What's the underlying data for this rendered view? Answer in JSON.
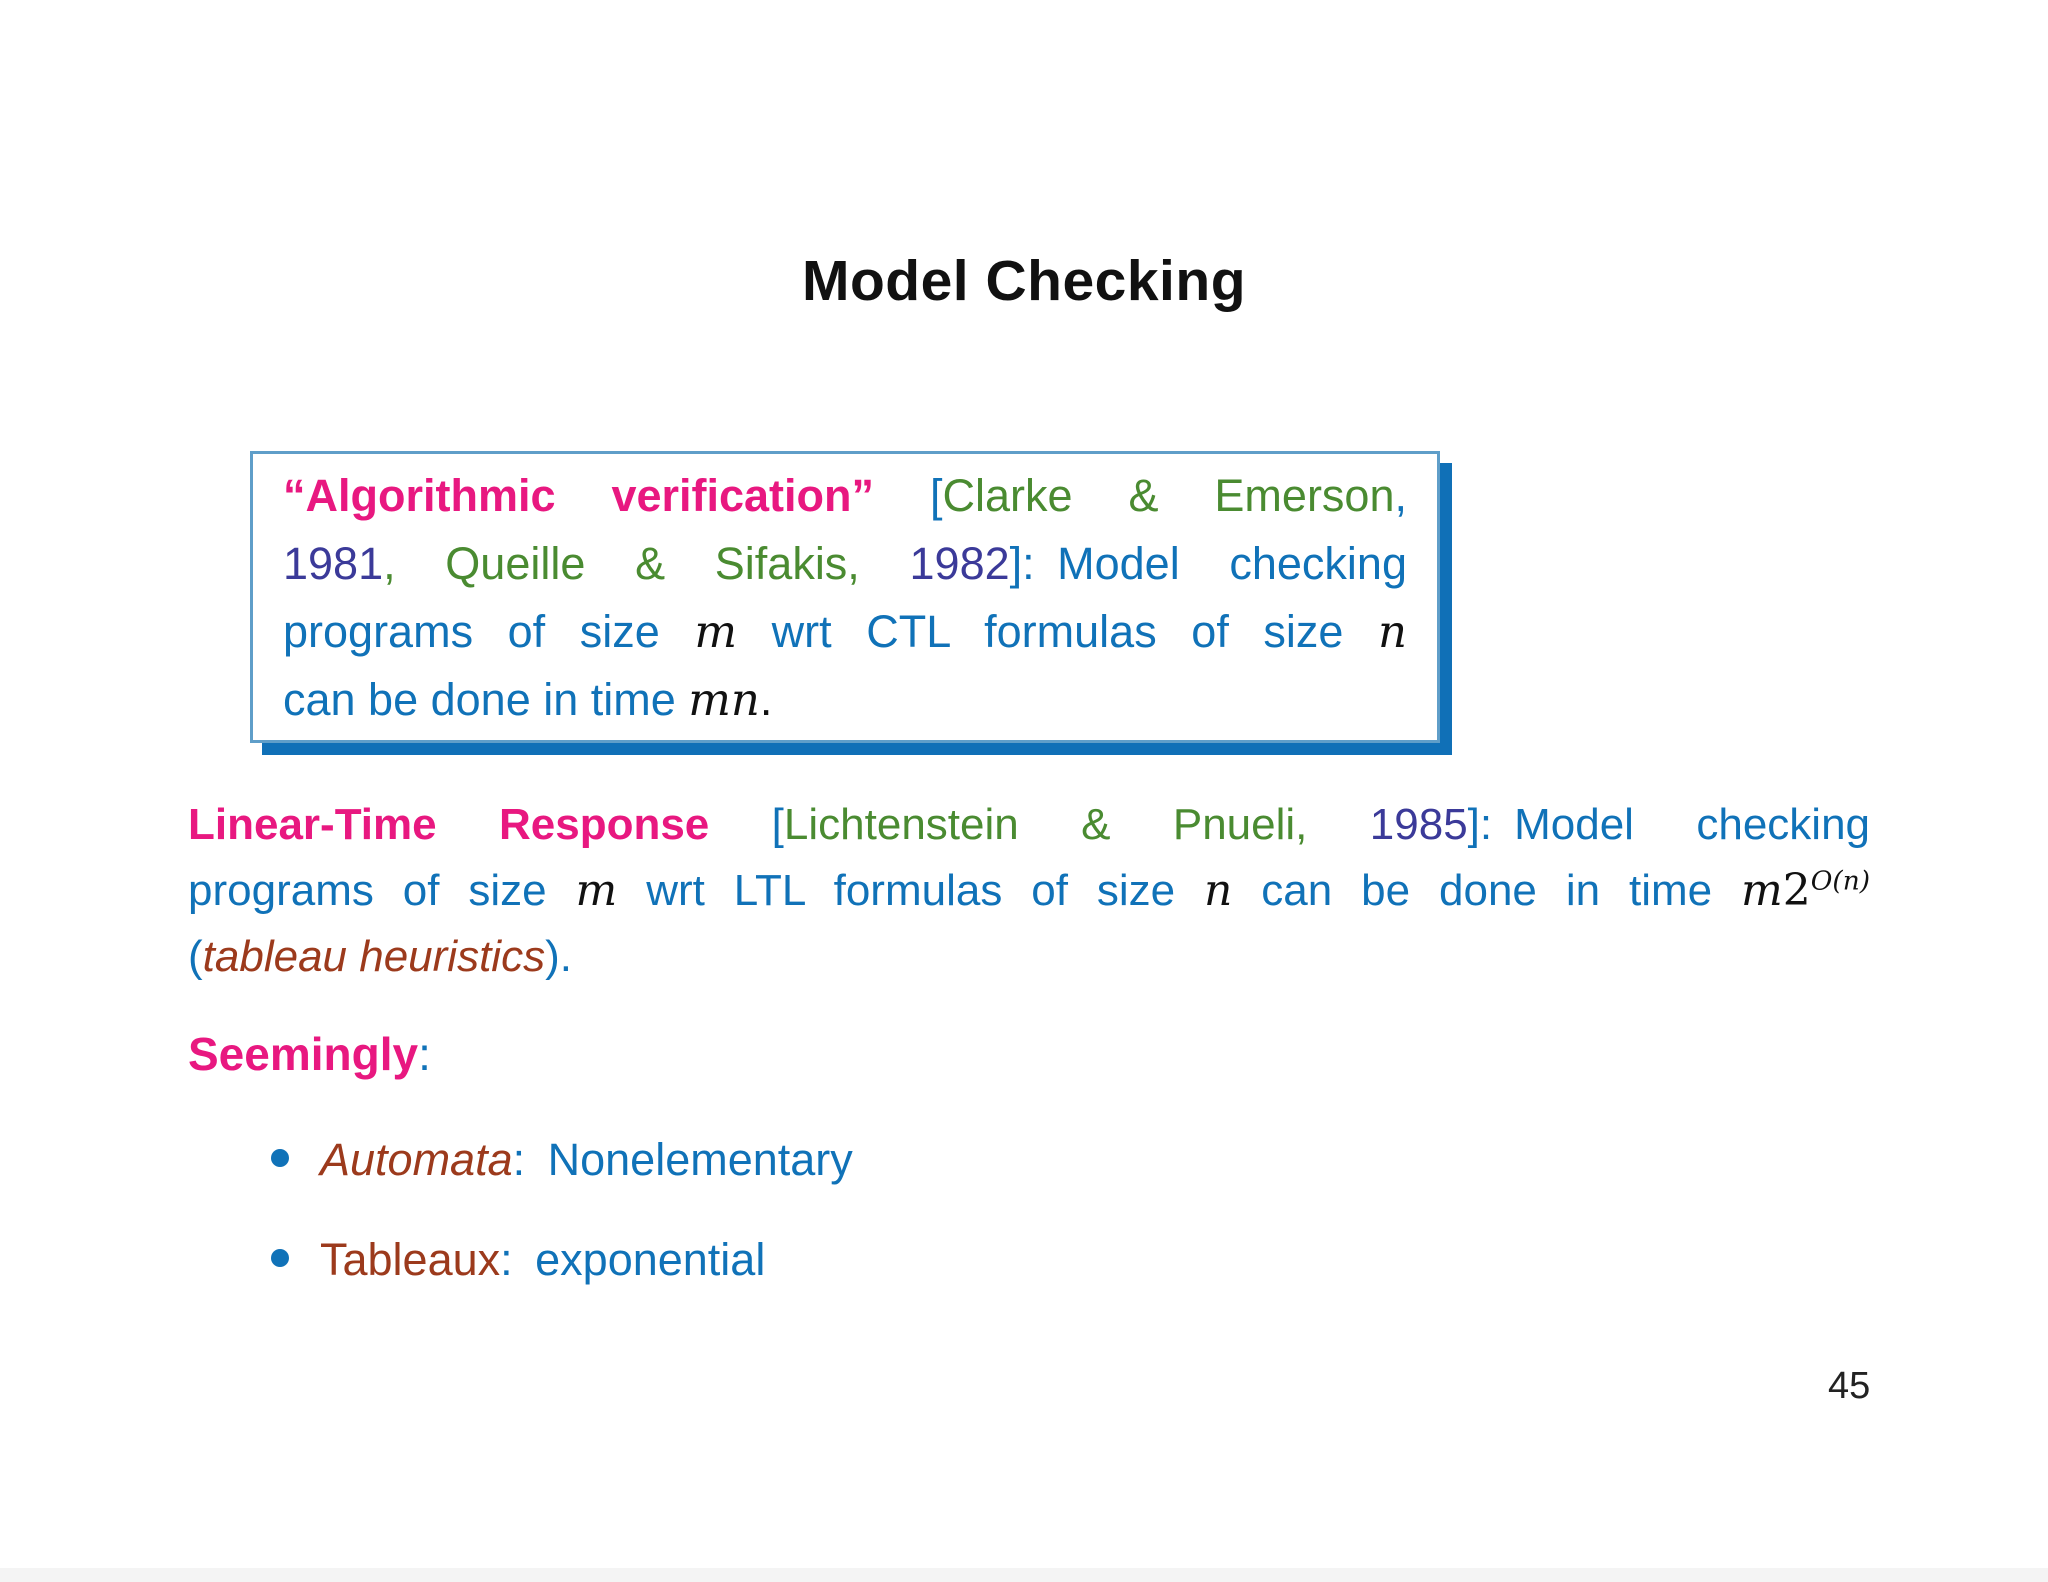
{
  "slide": {
    "title": "Model Checking",
    "page_number": "45"
  },
  "colors": {
    "magenta": "#e81880",
    "green": "#4a8b31",
    "purple": "#3b3a99",
    "blue": "#1072b8",
    "dark_red": "#9c3a1c",
    "box_border": "#5f9ec9",
    "box_shadow": "#1070b7"
  },
  "theorem_box": {
    "lines": [
      [
        {
          "t": "“Algorithmic verification” ",
          "c": "mag"
        },
        {
          "t": "[",
          "c": "blu"
        },
        {
          "t": "Clarke & Emerson",
          "c": "grn"
        },
        {
          "t": ",",
          "c": "blu"
        }
      ],
      [
        {
          "t": "1981",
          "c": "pur"
        },
        {
          "t": ", Queille & Sifakis, ",
          "c": "grn"
        },
        {
          "t": "1982",
          "c": "pur"
        },
        {
          "t": "]: Model checking",
          "c": "blu"
        }
      ],
      [
        {
          "t": "programs of size ",
          "c": "blu"
        },
        {
          "t": "m",
          "c": "m"
        },
        {
          "t": " wrt CTL formulas of size ",
          "c": "blu"
        },
        {
          "t": "n",
          "c": "m"
        }
      ],
      [
        {
          "t": "can be done in time ",
          "c": "blu"
        },
        {
          "t": "mn",
          "c": "m"
        },
        {
          "t": ".",
          "c": "blk"
        }
      ]
    ]
  },
  "linear_time_paragraph": {
    "lines": [
      [
        {
          "t": "Linear-Time Response ",
          "c": "mag"
        },
        {
          "t": "[",
          "c": "blu"
        },
        {
          "t": "Lichtenstein & Pnueli, ",
          "c": "grn"
        },
        {
          "t": "1985",
          "c": "pur"
        },
        {
          "t": "]: Model checking",
          "c": "blu"
        }
      ],
      [
        {
          "t": "programs of size ",
          "c": "blu"
        },
        {
          "t": "m",
          "c": "m"
        },
        {
          "t": " wrt LTL formulas of size ",
          "c": "blu"
        },
        {
          "t": "n",
          "c": "m"
        },
        {
          "t": " can be done in time ",
          "c": "blu"
        },
        {
          "t": "m",
          "c": "m"
        },
        {
          "t": "2",
          "c": "mu"
        },
        {
          "t": "O(n)",
          "c": "sup"
        }
      ],
      [
        {
          "t": "(",
          "c": "blu"
        },
        {
          "t": "tableau heuristics",
          "c": "red"
        },
        {
          "t": ").",
          "c": "blu"
        }
      ]
    ]
  },
  "seemingly_heading": [
    {
      "t": "Seemingly",
      "c": "mag"
    },
    {
      "t": ":",
      "c": "blu"
    }
  ],
  "bullets": {
    "items": [
      {
        "segments": [
          {
            "t": "Automata",
            "c": "red"
          },
          {
            "t": ": Nonelementary",
            "c": "blu"
          }
        ]
      },
      {
        "segments": [
          {
            "t": "Tableaux",
            "c": "redup"
          },
          {
            "t": ": exponential",
            "c": "blu"
          }
        ]
      }
    ]
  }
}
